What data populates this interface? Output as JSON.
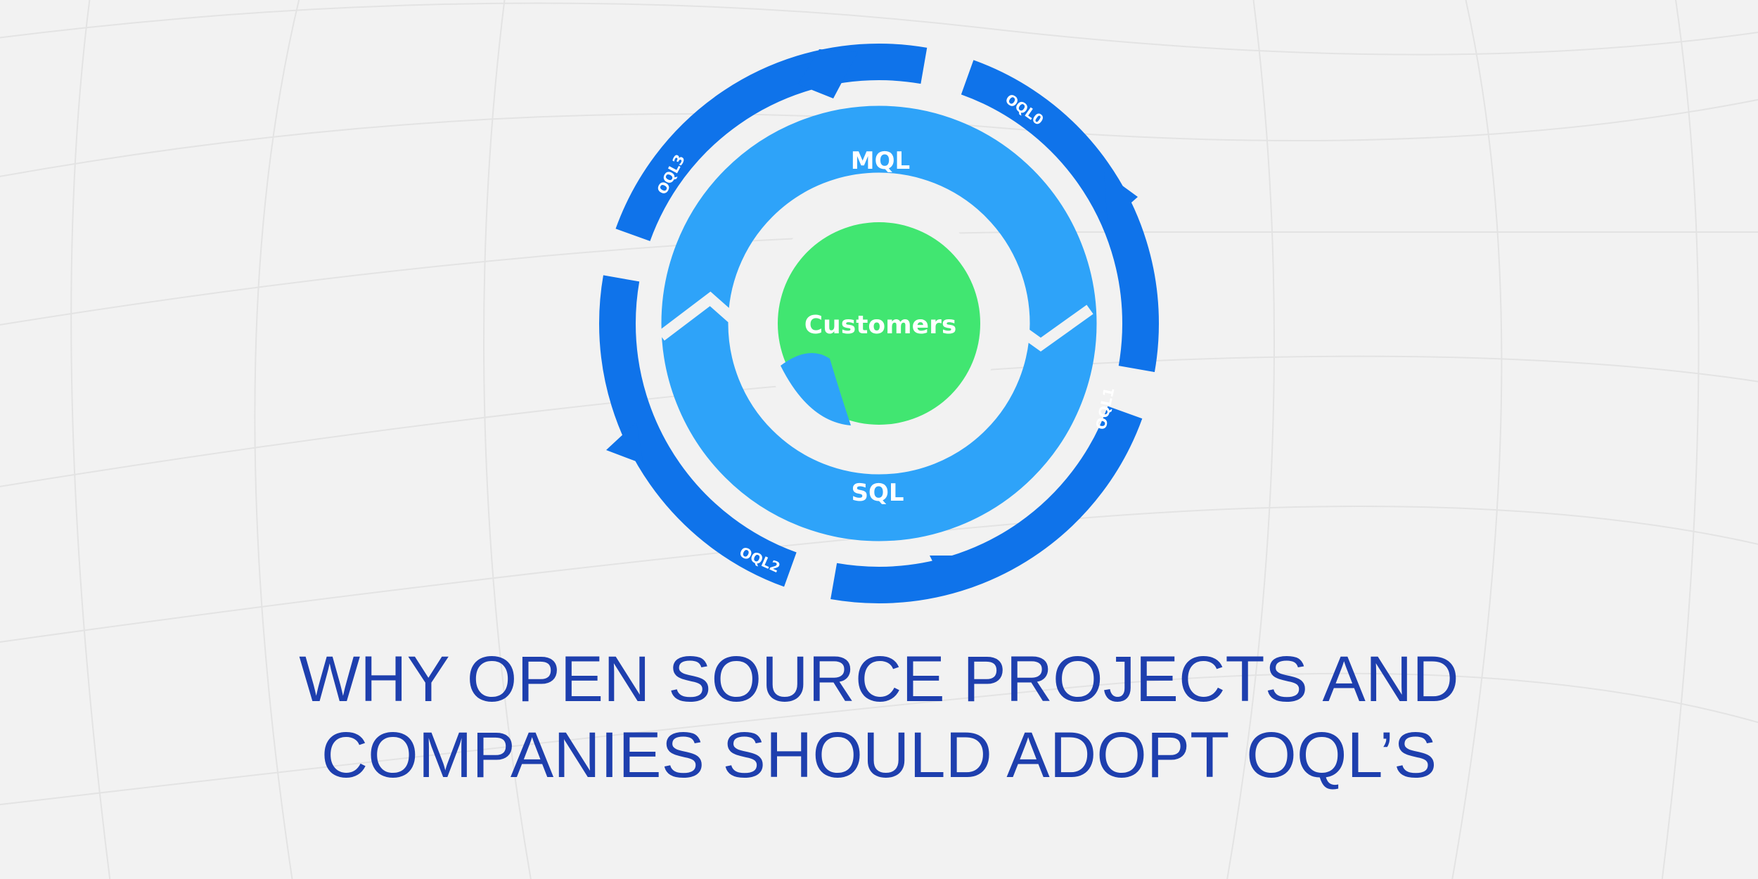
{
  "diagram": {
    "center_label": "Customers",
    "middle_ring": {
      "top_label": "MQL",
      "bottom_label": "SQL"
    },
    "outer_ring_labels": [
      "OQL0",
      "OQL1",
      "OQL2",
      "OQL3"
    ]
  },
  "headline": {
    "line1": "WHY OPEN SOURCE PROJECTS AND",
    "line2": "COMPANIES SHOULD ADOPT OQL’S"
  },
  "colors": {
    "background": "#f2f2f2",
    "outer_ring": "#0f73ea",
    "middle_ring": "#2ea3f9",
    "core": "#41e671",
    "headline": "#1e3fae"
  }
}
